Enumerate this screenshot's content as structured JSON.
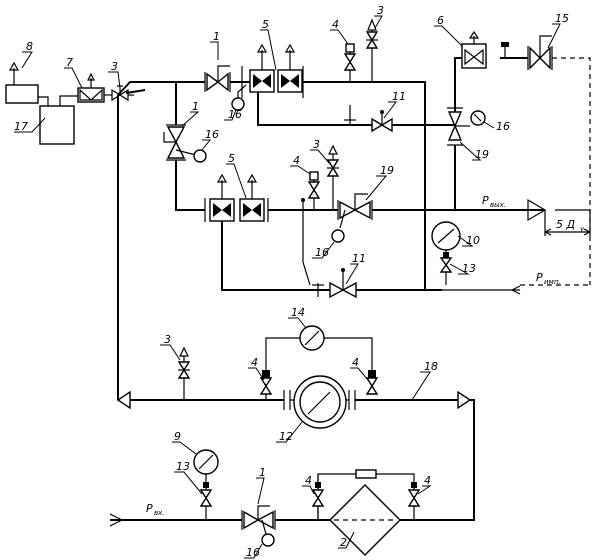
{
  "labels": {
    "n1": "1",
    "n2": "2",
    "n3": "3",
    "n4": "4",
    "n5": "5",
    "n6": "6",
    "n7": "7",
    "n8": "8",
    "n9": "9",
    "n10": "10",
    "n11": "11",
    "n12": "12",
    "n13": "13",
    "n14": "14",
    "n15": "15",
    "n16": "16",
    "n17": "17",
    "n18": "18",
    "n19": "19"
  },
  "pressure": {
    "p_in": "P",
    "p_in_sub": "вх.",
    "p_out": "P",
    "p_out_sub": "вых.",
    "p_imp": "P",
    "p_imp_sub": "имп.",
    "distance_main": "5 Д",
    "distance_sub": "у"
  }
}
